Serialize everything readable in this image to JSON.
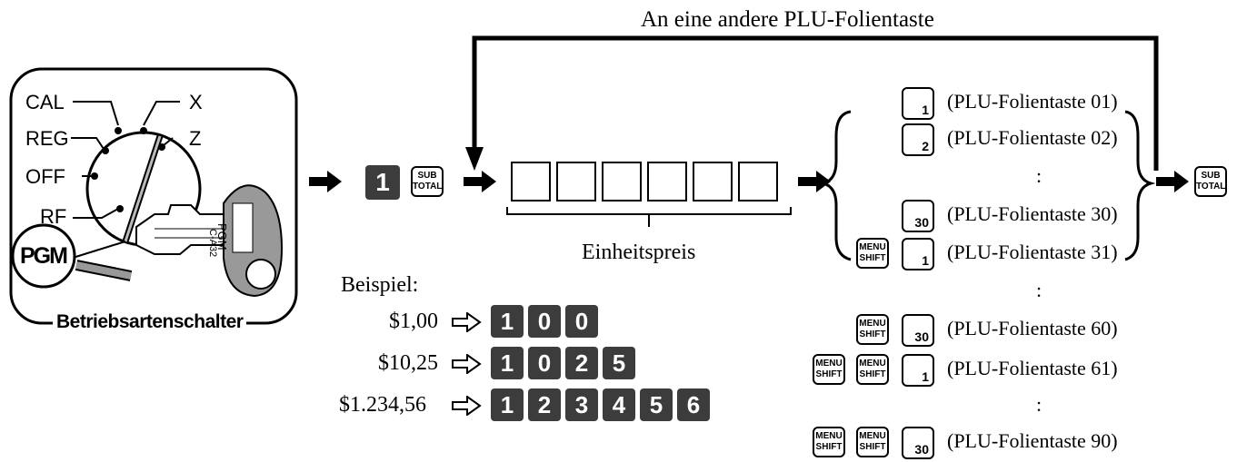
{
  "top_label": "An eine andere PLU-Folientaste",
  "mode_switch": {
    "caption": "Betriebsartenschalter",
    "positions": [
      "CAL",
      "X",
      "REG",
      "Z",
      "OFF",
      "RF"
    ],
    "lock_label": "PGM",
    "key_labels": [
      "PGM",
      "C-A32"
    ]
  },
  "sequence": {
    "first_key": "1",
    "subtotal_key": [
      "SUB",
      "TOTAL"
    ],
    "price_label": "Einheitspreis",
    "end_key": [
      "SUB",
      "TOTAL"
    ]
  },
  "example": {
    "title": "Beispiel:",
    "rows": [
      {
        "amount": "$1,00",
        "keys": [
          "1",
          "0",
          "0"
        ]
      },
      {
        "amount": "$10,25",
        "keys": [
          "1",
          "0",
          "2",
          "5"
        ]
      },
      {
        "amount": "$1.234,56",
        "keys": [
          "1",
          "2",
          "3",
          "4",
          "5",
          "6"
        ]
      }
    ]
  },
  "plu": {
    "menu_shift_key": [
      "MENU",
      "SHIFT"
    ],
    "rows": [
      {
        "key": "1",
        "label": "(PLU-Folientaste 01)"
      },
      {
        "key": "2",
        "label": "(PLU-Folientaste 02)"
      },
      {
        "key": "30",
        "label": "(PLU-Folientaste 30)"
      },
      {
        "key": "1",
        "label": "(PLU-Folientaste 31)"
      },
      {
        "key": "30",
        "label": "(PLU-Folientaste 60)"
      },
      {
        "key": "1",
        "label": "(PLU-Folientaste 61)"
      },
      {
        "key": "30",
        "label": "(PLU-Folientaste 90)"
      }
    ],
    "dots": ":"
  }
}
